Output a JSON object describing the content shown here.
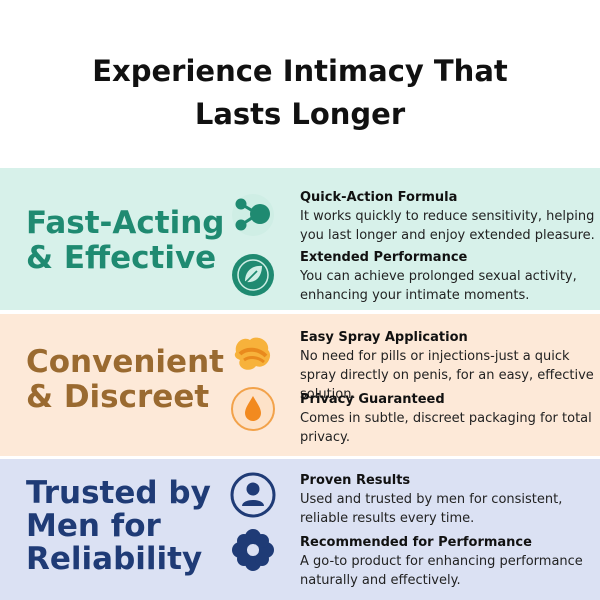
{
  "title": {
    "line1": "Experience Intimacy That",
    "line2": "Lasts Longer"
  },
  "sections": [
    {
      "heading": [
        "Fast-Acting",
        "& Effective"
      ],
      "color": "#1f8a71",
      "features": [
        {
          "icon": "molecule-icon",
          "title": "Quick-Action Formula",
          "desc": "It works quickly to reduce sensitivity, helping you last longer and enjoy extended pleasure."
        },
        {
          "icon": "leaf-icon",
          "title": "Extended Performance",
          "desc": "You can achieve prolonged sexual activity, enhancing your intimate moments."
        }
      ]
    },
    {
      "heading": [
        "Convenient",
        "& Discreet"
      ],
      "color": "#9a6a30",
      "features": [
        {
          "icon": "spray-icon",
          "title": "Easy Spray Application",
          "desc": "No need for pills or injections-just a quick spray directly on penis, for an easy, effective solution."
        },
        {
          "icon": "droplet-icon",
          "title": "Privacy Guaranteed",
          "desc": "Comes in subtle, discreet packaging for total privacy."
        }
      ]
    },
    {
      "heading": [
        "Trusted by",
        "Men for",
        "Reliability"
      ],
      "color": "#1f3b76",
      "features": [
        {
          "icon": "user-icon",
          "title": "Proven Results",
          "desc": "Used and trusted by men for consistent, reliable results every time."
        },
        {
          "icon": "flower-icon",
          "title": "Recommended for Performance",
          "desc": "A go-to product for enhancing performance naturally and effectively."
        }
      ]
    }
  ]
}
